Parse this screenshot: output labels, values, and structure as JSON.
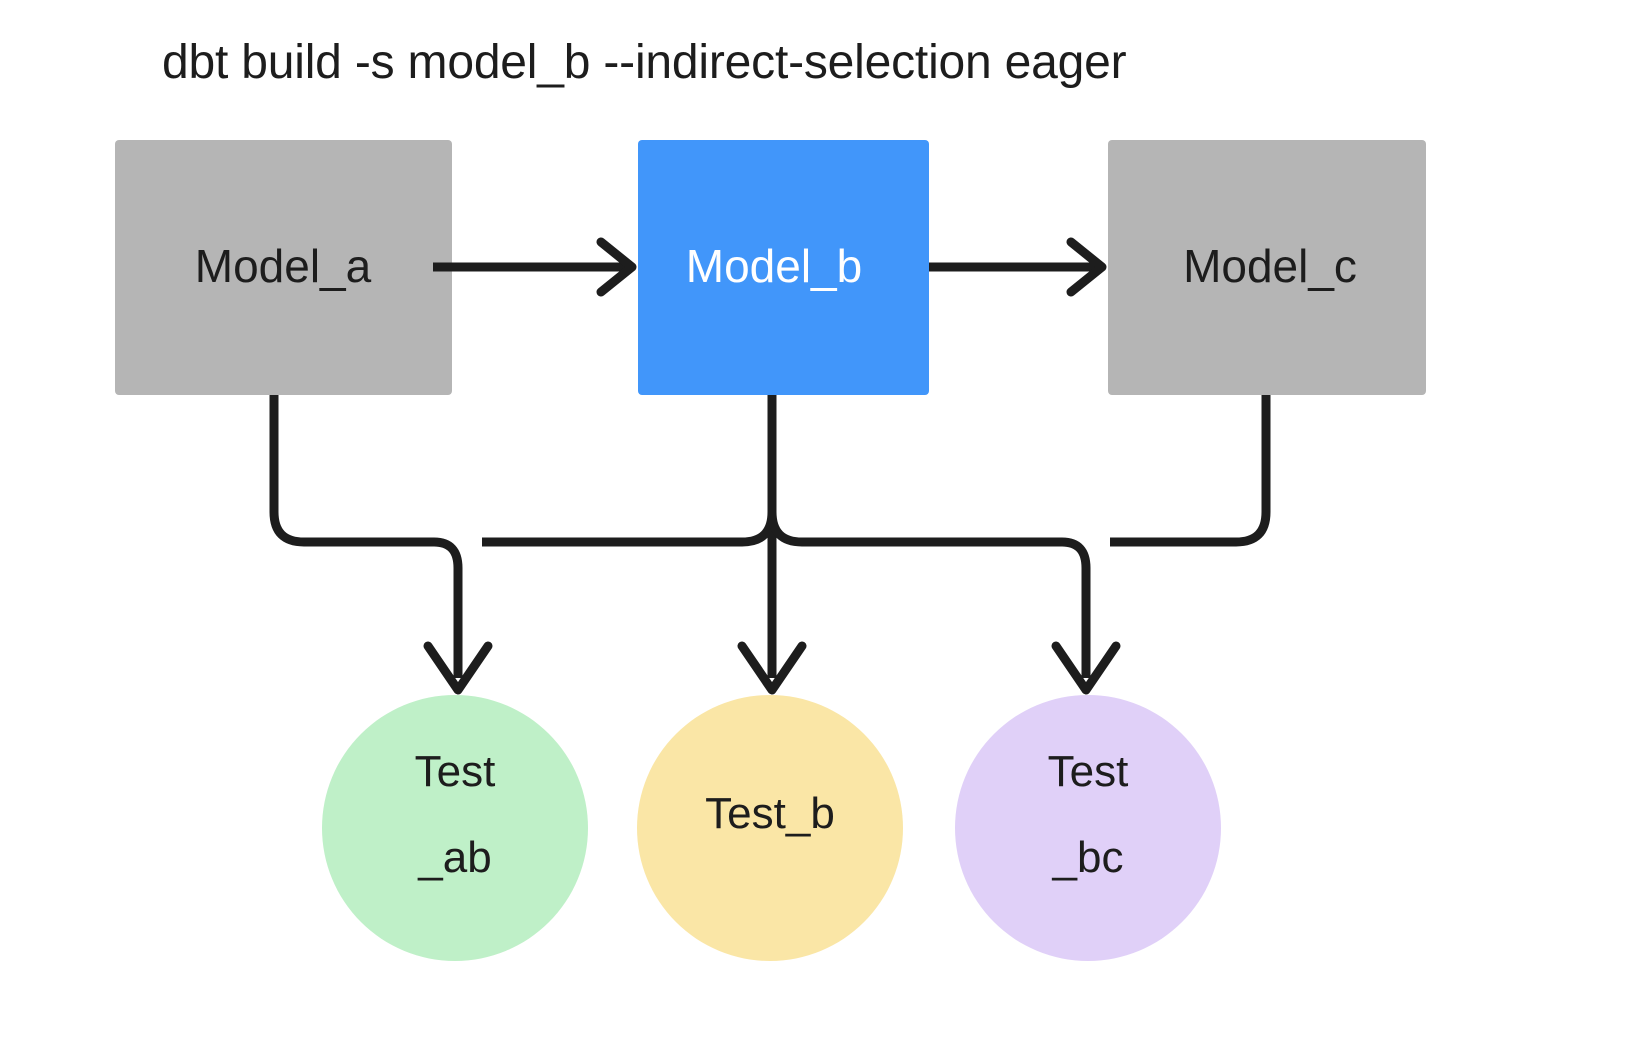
{
  "title": "dbt build -s model_b --indirect-selection eager",
  "colors": {
    "background": "#ffffff",
    "model_default": "#b5b5b5",
    "model_selected": "#4196fa",
    "test_ab": "#bff0c8",
    "test_b": "#fae6a6",
    "test_bc": "#e0d0f8",
    "edge": "#1d1d1d",
    "label_dark": "#1d1d1d",
    "label_light": "#ffffff"
  },
  "models": [
    {
      "id": "model_a",
      "label": "Model_a",
      "selected": false
    },
    {
      "id": "model_b",
      "label": "Model_b",
      "selected": true
    },
    {
      "id": "model_c",
      "label": "Model_c",
      "selected": false
    }
  ],
  "tests": [
    {
      "id": "test_ab",
      "line1": "Test",
      "line2": "_ab",
      "single": ""
    },
    {
      "id": "test_b",
      "line1": "",
      "line2": "",
      "single": "Test_b"
    },
    {
      "id": "test_bc",
      "line1": "Test",
      "line2": "_bc",
      "single": ""
    }
  ],
  "edges": [
    {
      "from": "model_a",
      "to": "model_b",
      "kind": "model-to-model"
    },
    {
      "from": "model_b",
      "to": "model_c",
      "kind": "model-to-model"
    },
    {
      "from": "model_a",
      "to": "test_ab",
      "kind": "model-to-test"
    },
    {
      "from": "model_b",
      "to": "test_ab",
      "kind": "model-to-test"
    },
    {
      "from": "model_b",
      "to": "test_b",
      "kind": "model-to-test"
    },
    {
      "from": "model_b",
      "to": "test_bc",
      "kind": "model-to-test"
    },
    {
      "from": "model_c",
      "to": "test_bc",
      "kind": "model-to-test"
    }
  ]
}
